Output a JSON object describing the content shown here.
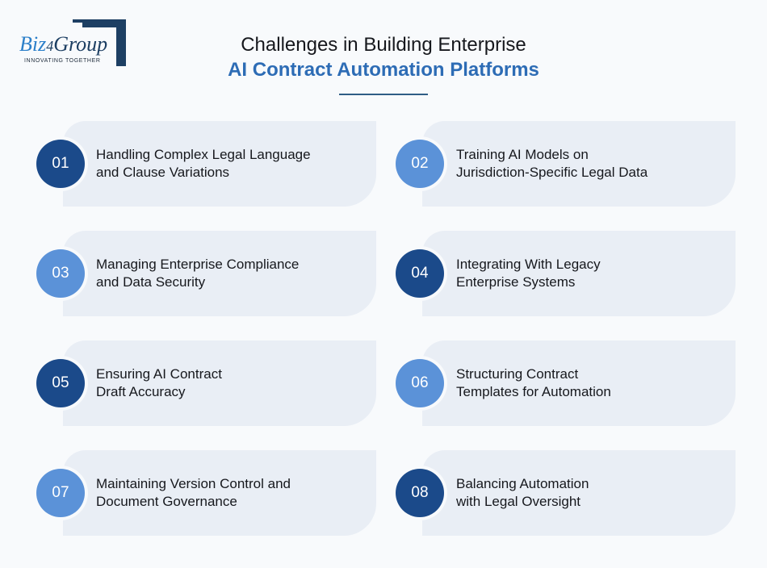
{
  "brand": {
    "wordmark_biz": "Biz",
    "wordmark_four": "4",
    "wordmark_group": "Group",
    "tagline": "INNOVATING TOGETHER"
  },
  "header": {
    "title_line1": "Challenges in Building Enterprise",
    "title_line2": "AI Contract Automation Platforms"
  },
  "colors": {
    "page_background": "#f8fafc",
    "card_background": "#e7edf6",
    "badge_dark": "#1b4a8a",
    "badge_light": "#5b92d8",
    "title_accent": "#2d6cb5",
    "title_primary": "#16181d",
    "rule": "#2f5d85",
    "logo_blue": "#2b7fc9",
    "logo_navy": "#1d3f63"
  },
  "items": [
    {
      "number": "01",
      "label": "Handling Complex Legal Language and Clause Variations",
      "badge_style": "dark"
    },
    {
      "number": "02",
      "label": "Training AI Models on Jurisdiction-Specific Legal Data",
      "badge_style": "light"
    },
    {
      "number": "03",
      "label": "Managing Enterprise Compliance and Data Security",
      "badge_style": "light"
    },
    {
      "number": "04",
      "label": "Integrating With Legacy Enterprise Systems",
      "badge_style": "dark"
    },
    {
      "number": "05",
      "label": "Ensuring AI Contract Draft Accuracy",
      "badge_style": "dark"
    },
    {
      "number": "06",
      "label": "Structuring Contract Templates for Automation",
      "badge_style": "light"
    },
    {
      "number": "07",
      "label": "Maintaining Version Control and Document Governance",
      "badge_style": "light"
    },
    {
      "number": "08",
      "label": "Balancing Automation with Legal Oversight",
      "badge_style": "dark"
    }
  ]
}
